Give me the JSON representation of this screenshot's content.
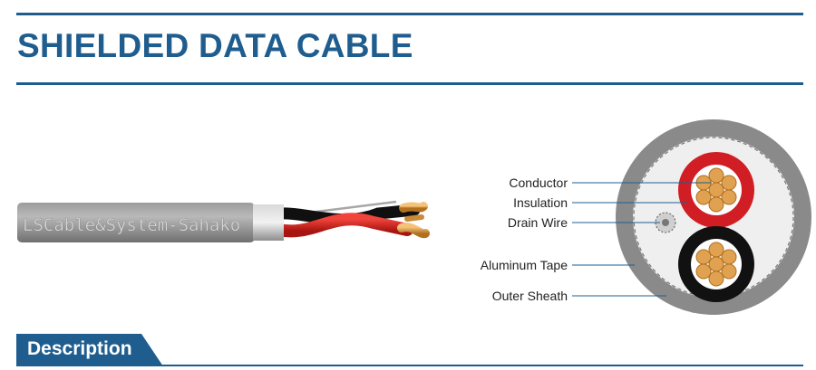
{
  "header": {
    "title": "SHIELDED DATA CABLE"
  },
  "cable": {
    "print": "LSCable&System-Sahako"
  },
  "callouts": {
    "conductor": "Conductor",
    "insulation": "Insulation",
    "drain_wire": "Drain Wire",
    "aluminum_tape": "Aluminum Tape",
    "outer_sheath": "Outer Sheath"
  },
  "section": {
    "description": "Description"
  },
  "colors": {
    "accent": "#1f5d8f",
    "sheath": "#8a8a8a",
    "red_insulation": "#d01e24",
    "black_insulation": "#111111",
    "copper": "#e0a150"
  }
}
